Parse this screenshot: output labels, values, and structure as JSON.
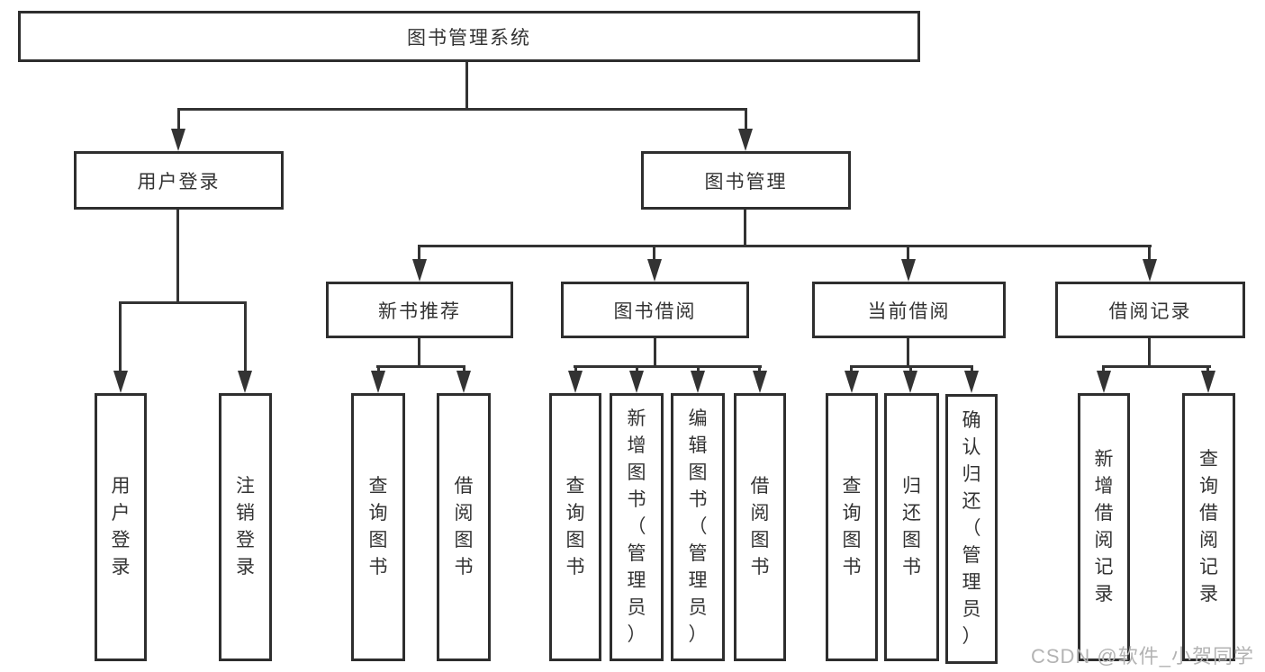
{
  "tree": {
    "root": "图书管理系统",
    "children": [
      {
        "label": "用户登录",
        "children": [
          "用户登录",
          "注销登录"
        ]
      },
      {
        "label": "图书管理",
        "children": [
          {
            "label": "新书推荐",
            "children": [
              "查询图书",
              "借阅图书"
            ]
          },
          {
            "label": "图书借阅",
            "children": [
              "查询图书",
              "新增图书（管理员）",
              "编辑图书（管理员）",
              "借阅图书"
            ]
          },
          {
            "label": "当前借阅",
            "children": [
              "查询图书",
              "归还图书",
              "确认归还（管理员）"
            ]
          },
          {
            "label": "借阅记录",
            "children": [
              "新增借阅记录",
              "查询借阅记录"
            ]
          }
        ]
      }
    ]
  },
  "watermark": {
    "text": "CSDN @软件_小贺同学"
  },
  "colors": {
    "line": "#333333",
    "border": "#2e2e2e",
    "text": "#333333",
    "watermark": "#b3b3b3",
    "background": "#ffffff"
  }
}
